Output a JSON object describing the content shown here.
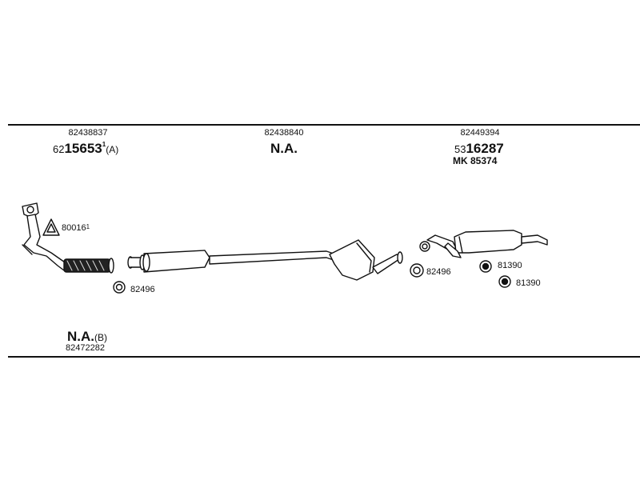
{
  "sections": [
    {
      "part_number": "82438837",
      "code_prefix": "62",
      "code": "15653",
      "superscript": "1",
      "suffix": "(A)"
    },
    {
      "part_number": "82438840",
      "code": "N.A."
    },
    {
      "part_number": "82449394",
      "code_prefix": "53",
      "code": "16287",
      "kit_code": "MK 85374"
    }
  ],
  "bottom_label": {
    "code": "N.A.",
    "suffix": "(B)",
    "part_number": "82472282"
  },
  "callouts": [
    {
      "label": "80016",
      "superscript": "1"
    },
    {
      "label": "82496"
    },
    {
      "label": "82496"
    },
    {
      "label": "81390"
    },
    {
      "label": "81390"
    }
  ]
}
